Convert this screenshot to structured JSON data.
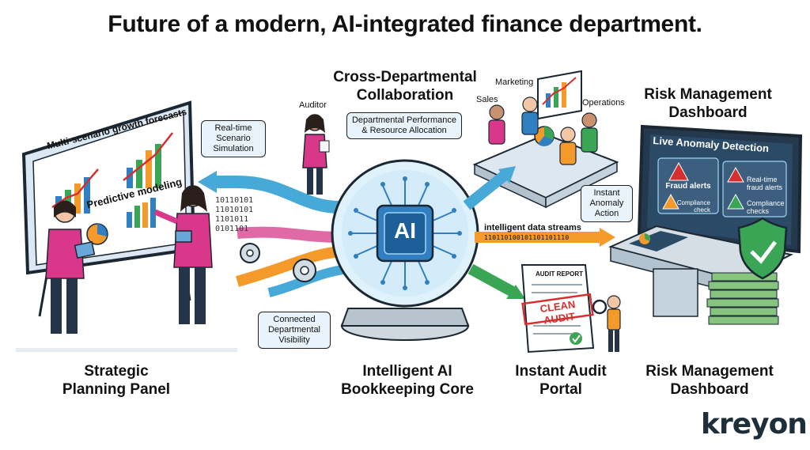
{
  "title": "Future of a modern, AI-integrated finance department.",
  "labels": {
    "cross_dept": "Cross-Departmental Collaboration",
    "risk_top": "Risk Management Dashboard",
    "strategic": "Strategic Planning Panel",
    "core": "Intelligent AI Bookkeeping Core",
    "audit_portal": "Instant Audit Portal",
    "risk_bottom": "Risk Management Dashboard"
  },
  "people": {
    "auditor": "Auditor",
    "marketing": "Marketing",
    "sales": "Sales",
    "operations": "Operations"
  },
  "callouts": {
    "realtime": "Real-time Scenario Simulation",
    "dept_perf": "Departmental Performance & Resource Allocation",
    "instant_anomaly": "Instant Anomaly Action",
    "connected": "Connected Departmental Visibility"
  },
  "board": {
    "forecast": "Multi-scenario growth forecasts",
    "predictive": "Predictive modeling"
  },
  "dashboard": {
    "header": "Live Anomaly Detection",
    "fraud": "Fraud alerts",
    "realtime_fraud": "Real-time fraud alerts",
    "compliance": "Compliance check",
    "compliance_checks": "Compliance checks"
  },
  "streams": {
    "label": "intelligent data streams",
    "bits": "110110100101101101110"
  },
  "binary_rows": [
    "10110101",
    "11010101",
    "1101011",
    "0101101"
  ],
  "ai_chip": "AI",
  "audit_doc": {
    "header": "AUDIT REPORT",
    "stamp": "CLEAN AUDIT"
  },
  "logo": "kreyon",
  "colors": {
    "accent_blue": "#2f7fc1",
    "pink": "#d9378a",
    "orange": "#f39a2b",
    "green": "#3aa655",
    "red": "#d62f2f",
    "dark": "#1e2f3a"
  }
}
